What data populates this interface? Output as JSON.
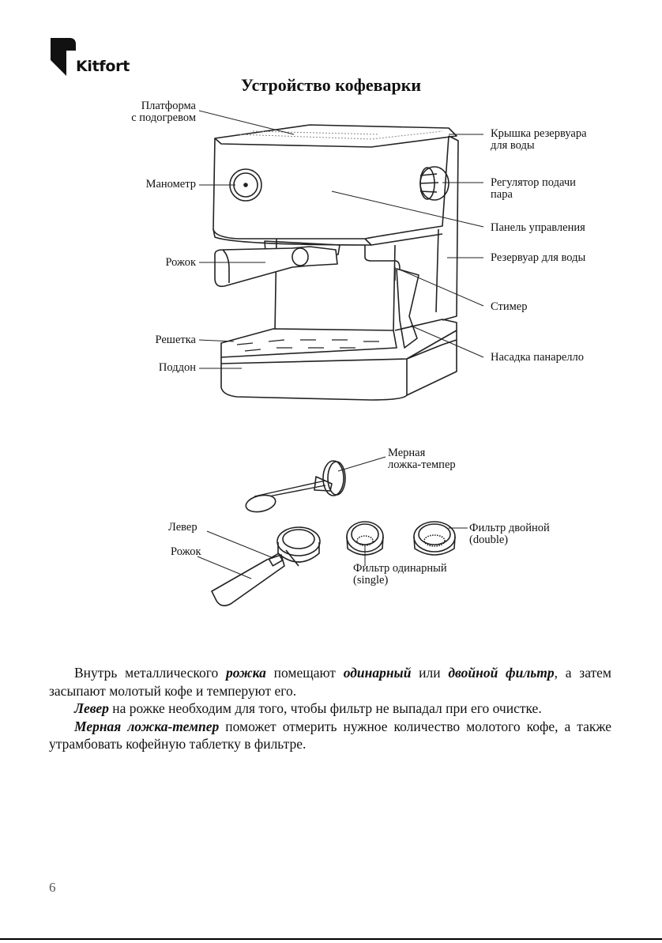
{
  "brand": "Kitfort",
  "title": "Устройство кофеварки",
  "labels": {
    "platform_l1": "Платформа",
    "platform_l2": "с подогревом",
    "manometer": "Манометр",
    "portafilter": "Рожок",
    "grid": "Решетка",
    "tray": "Поддон",
    "lid_l1": "Крышка резервуара",
    "lid_l2": "для воды",
    "steam_l1": "Регулятор подачи",
    "steam_l2": "пара",
    "panel": "Панель управления",
    "tank": "Резервуар для воды",
    "steamer": "Стимер",
    "panarello": "Насадка панарелло",
    "scoop_l1": "Мерная",
    "scoop_l2": "ложка-темпер",
    "lever": "Левер",
    "portafilter2": "Рожок",
    "filter_double_l1": "Фильтр двойной",
    "filter_double_l2": "(double)",
    "filter_single_l1": "Фильтр одинарный",
    "filter_single_l2": "(single)"
  },
  "paragraphs": {
    "p1_a": "Внутрь металлического ",
    "p1_b": "рожка",
    "p1_c": " помещают ",
    "p1_d": "одинарный",
    "p1_e": " или ",
    "p1_f": "двойной фильтр",
    "p1_g": ", а затем засыпают молотый кофе и темперуют его.",
    "p2_a": "Левер",
    "p2_b": " на рожке необходим для того, чтобы фильтр не выпадал при его очистке.",
    "p3_a": "Мерная ложка-темпер",
    "p3_b": " поможет отмерить нужное количество молотого кофе, а также утрамбовать кофейную таблетку в фильтре."
  },
  "page_number": "6"
}
